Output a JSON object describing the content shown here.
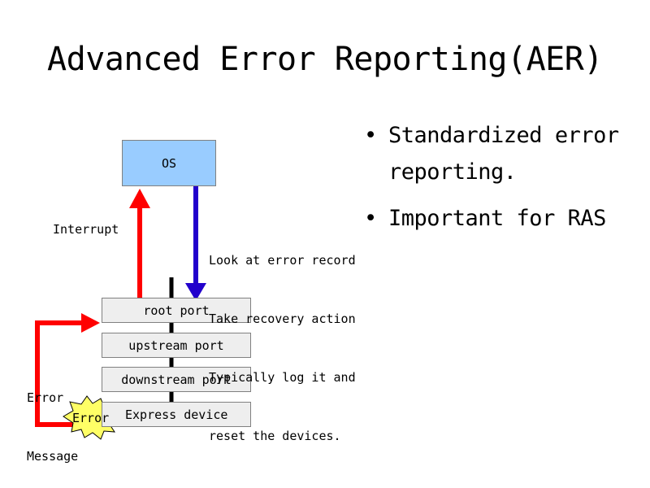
{
  "title": "Advanced Error Reporting(AER)",
  "bullets": [
    "Standardized error reporting.",
    "Important for RAS"
  ],
  "bullet_glyph": "•",
  "diagram": {
    "os_label": "OS",
    "ports": [
      "root port",
      "upstream port",
      "downstream port",
      "Express device"
    ],
    "interrupt_label": "Interrupt",
    "os_actions": [
      "Look at error record",
      "Take recovery action",
      "Typically log it and",
      "reset the devices."
    ],
    "error_message_label": [
      "Error",
      "Message"
    ],
    "error_burst_label": "Error"
  },
  "colors": {
    "os_fill": "#99ccff",
    "port_fill": "#eeeeee",
    "interrupt_arrow": "#ff0000",
    "recovery_arrow": "#2200cc",
    "error_burst_fill": "#ffff66"
  }
}
